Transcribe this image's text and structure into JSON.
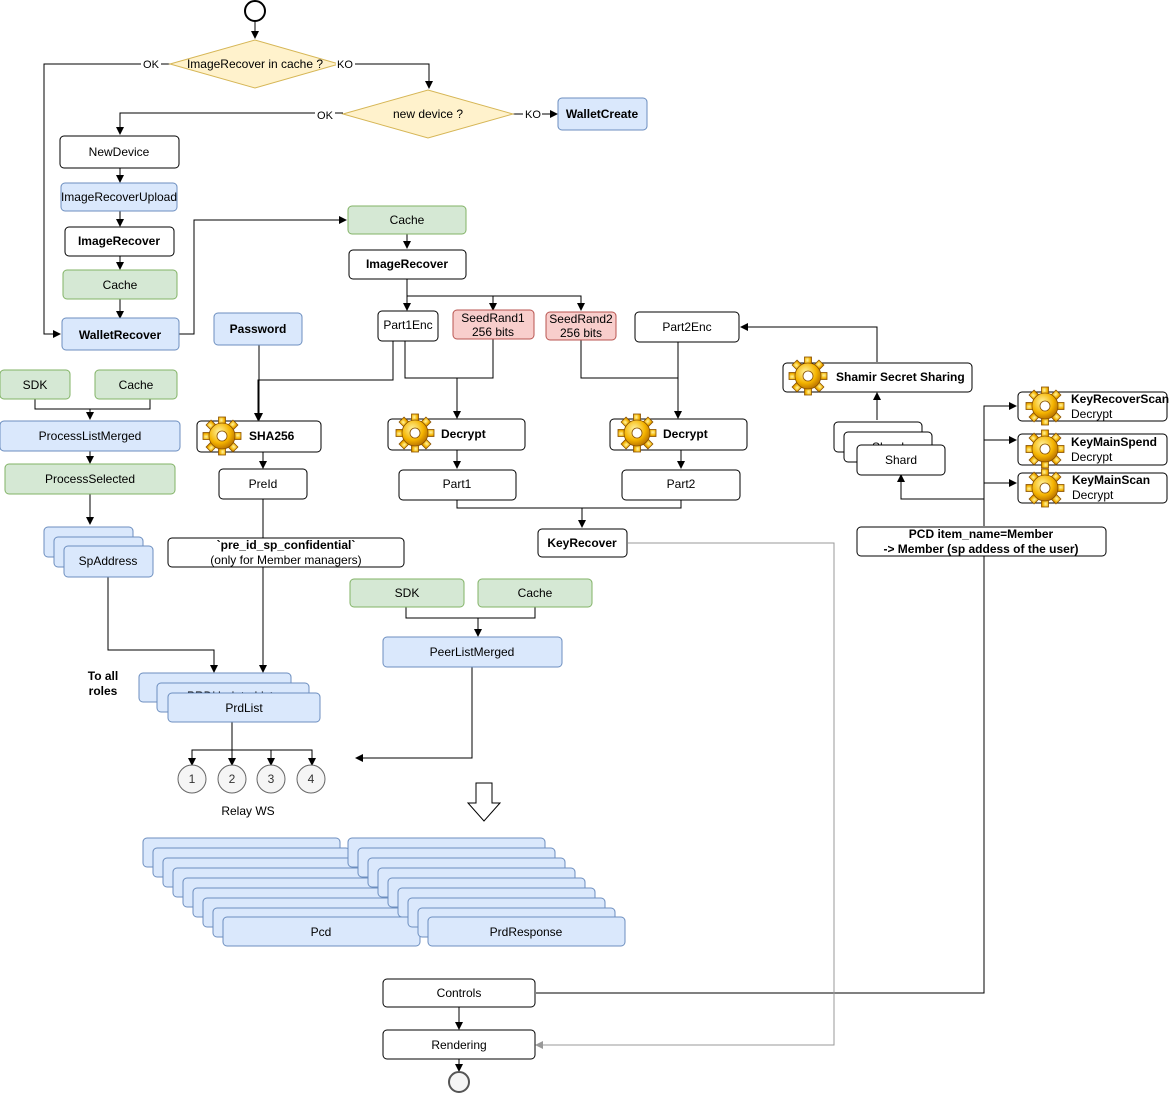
{
  "colors": {
    "blue_fill": "#dae8fc",
    "blue_stroke": "#6c8ebf",
    "green_fill": "#d5e8d4",
    "green_stroke": "#82b366",
    "red_fill": "#f8cecc",
    "red_stroke": "#b85450",
    "yellow_fill": "#fff2cc",
    "yellow_stroke": "#d6b656",
    "line": "#000000",
    "gray_line": "#999999"
  },
  "decisions": {
    "cache_check": "ImageRecover in cache ?",
    "new_device": "new device ?",
    "ok": "OK",
    "ko": "KO"
  },
  "left_column": {
    "wallet_create": "WalletCreate",
    "new_device": "NewDevice",
    "image_recover_upload": "ImageRecoverUpload",
    "image_recover": "ImageRecover",
    "cache": "Cache",
    "wallet_recover": "WalletRecover"
  },
  "process_column": {
    "sdk": "SDK",
    "cache": "Cache",
    "process_list_merged": "ProcessListMerged",
    "process_selected": "ProcessSelected",
    "sp_address": "SpAddress"
  },
  "password_branch": {
    "password": "Password",
    "sha256": "SHA256",
    "pre_id": "PreId",
    "note_line1": "`pre_id_sp_confidential`",
    "note_line2": "(only for Member managers)"
  },
  "recover_branch": {
    "cache": "Cache",
    "image_recover": "ImageRecover",
    "part1_enc": "Part1Enc",
    "seed1_line1": "SeedRand1",
    "seed1_line2": "256 bits",
    "seed2_line1": "SeedRand2",
    "seed2_line2": "256 bits",
    "part2_enc": "Part2Enc",
    "decrypt": "Decrypt",
    "part1": "Part1",
    "part2": "Part2",
    "key_recover": "KeyRecover"
  },
  "shamir": {
    "title": "Shamir Secret Sharing",
    "shard_hidden": "Shard",
    "shard": "Shard",
    "pcd_line1": "PCD item_name=Member",
    "pcd_line2": "-> Member (sp addess of the user)"
  },
  "keys": [
    {
      "name": "KeyRecoverScan",
      "sub": "Decrypt"
    },
    {
      "name": "KeyMainSpend",
      "sub": "Decrypt"
    },
    {
      "name": "KeyMainScan",
      "sub": "Decrypt"
    }
  ],
  "peer_branch": {
    "sdk": "SDK",
    "cache": "Cache",
    "peer_list_merged": "PeerListMerged"
  },
  "prd": {
    "to_all_line1": "To all",
    "to_all_line2": "roles",
    "prd_hidden": "PRDUpdate List",
    "prd_list": "PrdList",
    "relays": [
      "1",
      "2",
      "3",
      "4"
    ],
    "relay_label": "Relay WS"
  },
  "bottom": {
    "pcd": "Pcd",
    "prd_response": "PrdResponse",
    "controls": "Controls",
    "rendering": "Rendering"
  }
}
